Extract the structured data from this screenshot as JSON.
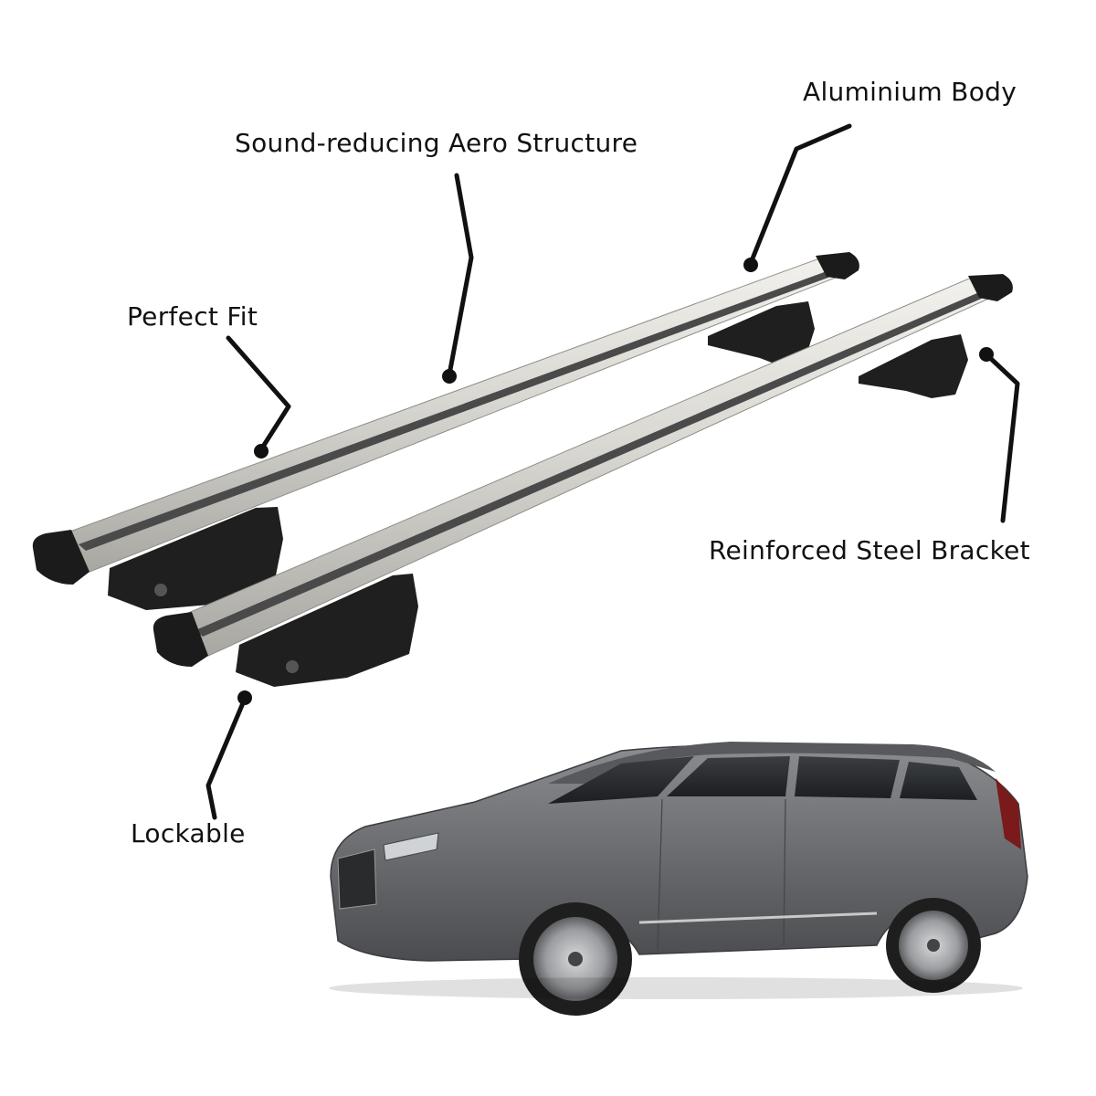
{
  "callouts": {
    "aluminium_body": "Aluminium Body",
    "aero_structure": "Sound-reducing Aero Structure",
    "perfect_fit": "Perfect Fit",
    "steel_bracket": "Reinforced Steel Bracket",
    "lockable": "Lockable"
  },
  "colors": {
    "bar_silver": "#d6d4cf",
    "bar_highlight": "#eeede9",
    "rubber_strip": "#4a4a4a",
    "plastic_black": "#1b1b1b",
    "car_body": "#6d6f72",
    "leader_line": "#111111"
  }
}
